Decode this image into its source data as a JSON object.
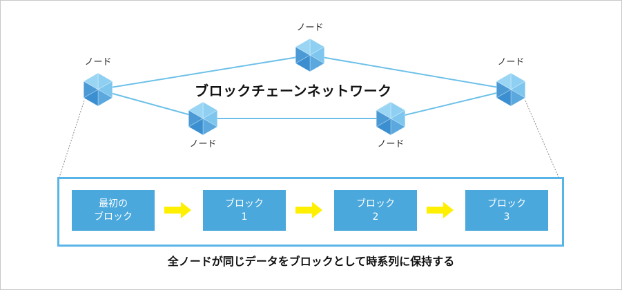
{
  "diagram": {
    "title": "ブロックチェーンネットワーク",
    "nodes": [
      {
        "id": "left",
        "label": "ノード"
      },
      {
        "id": "top",
        "label": "ノード"
      },
      {
        "id": "right",
        "label": "ノード"
      },
      {
        "id": "lower-left",
        "label": "ノード"
      },
      {
        "id": "lower-right",
        "label": "ノード"
      }
    ],
    "edges": [
      [
        "left",
        "top"
      ],
      [
        "top",
        "right"
      ],
      [
        "left",
        "lower-left"
      ],
      [
        "lower-left",
        "lower-right"
      ],
      [
        "lower-right",
        "right"
      ]
    ],
    "blocks": [
      {
        "line1": "最初の",
        "line2": "ブロック"
      },
      {
        "line1": "ブロック",
        "line2": "1"
      },
      {
        "line1": "ブロック",
        "line2": "2"
      },
      {
        "line1": "ブロック",
        "line2": "3"
      }
    ],
    "caption": "全ノードが同じデータをブロックとして時系列に保持する"
  },
  "colors": {
    "link": "#6cc0e8",
    "hex_dark": "#3b8fd0",
    "hex_light": "#8fd0f2",
    "block_fill": "#4aa8dc",
    "chain_border": "#58b4e6",
    "arrow": "#ffef00"
  }
}
